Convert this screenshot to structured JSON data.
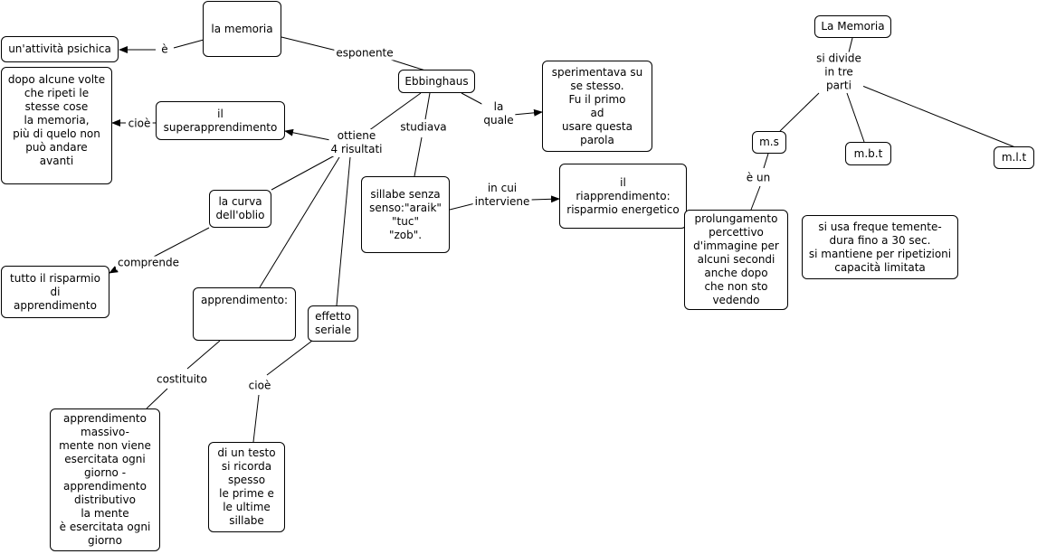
{
  "nodes": {
    "memoria": "la memoria",
    "attivita": "un'attività psichica",
    "ebbinghaus": "Ebbinghaus",
    "dopo_alcune": "dopo alcune volte\nche ripeti le\nstesse cose\nla memoria,\npiù di quelo non\npuò andare\navanti",
    "superapp": "il\nsuperapprendimento",
    "sperimentava": "sperimentava su\nse stesso.\nFu il primo\nad\nusare questa\nparola",
    "sillabe": "sillabe senza\nsenso:\"araik\"\n\"tuc\"\n\"zob\".",
    "riapp": "il\nriapprendimento:\nrisparmio energetico",
    "curva": "la curva\ndell'oblio",
    "risparmio": "tutto il risparmio\ndi\napprendimento",
    "apprendimento": "apprendimento:",
    "effetto": "effetto\nseriale",
    "massivo": "apprendimento\nmassivo-\nmente non viene\nesercitata ogni\ngiorno -\napprendimento\ndistributivo\nla mente\nè esercitata ogni\ngiorno",
    "testo": "di un testo\nsi ricorda\nspesso\nle prime e\nle ultime\nsillabe",
    "la_memoria2": "La Memoria",
    "ms": "m.s",
    "mbt": "m.b.t",
    "mlt": "m.l.t",
    "prolungamento": "prolungamento\npercettivo\nd'immagine per\nalcuni secondi\nanche dopo\nche non sto\nvedendo",
    "freque": "si usa freque temente-\ndura fino a  30 sec.\nsi mantiene per ripetizioni\ncapacità limitata"
  },
  "labels": {
    "e": "è",
    "esponente": "esponente",
    "cioe1": "cioè",
    "ottiene": "ottiene\n4 risultati",
    "studiava": "studiava",
    "la_quale": "la\nquale",
    "in_cui": "in cui\ninterviene",
    "comprende": "comprende",
    "costituito": "costituito",
    "cioe2": "cioè",
    "si_divide": "si divide\nin tre\nparti",
    "e_un": "è un"
  }
}
